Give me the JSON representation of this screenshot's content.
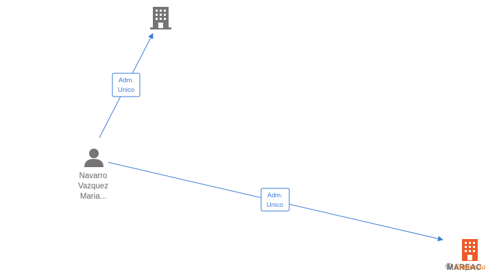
{
  "nodes": {
    "person": {
      "label": [
        "Navarro",
        "Vazquez",
        "Maria..."
      ],
      "icon": "person-icon",
      "color": "#757575"
    },
    "company_top": {
      "label": "",
      "icon": "building-icon",
      "color": "#757575"
    },
    "company_bottom": {
      "label": "MAREAC",
      "icon": "building-icon",
      "color": "#f05a28"
    }
  },
  "edges": [
    {
      "from": "person",
      "to": "company_top",
      "label": [
        "Adm.",
        "Unico"
      ]
    },
    {
      "from": "person",
      "to": "company_bottom",
      "label": [
        "Adm.",
        "Unico"
      ]
    }
  ],
  "watermark": {
    "symbol": "©",
    "brand": "Empresia"
  },
  "colors": {
    "edge": "#3a7bd5",
    "node_gray": "#757575",
    "node_highlight": "#f05a28"
  }
}
